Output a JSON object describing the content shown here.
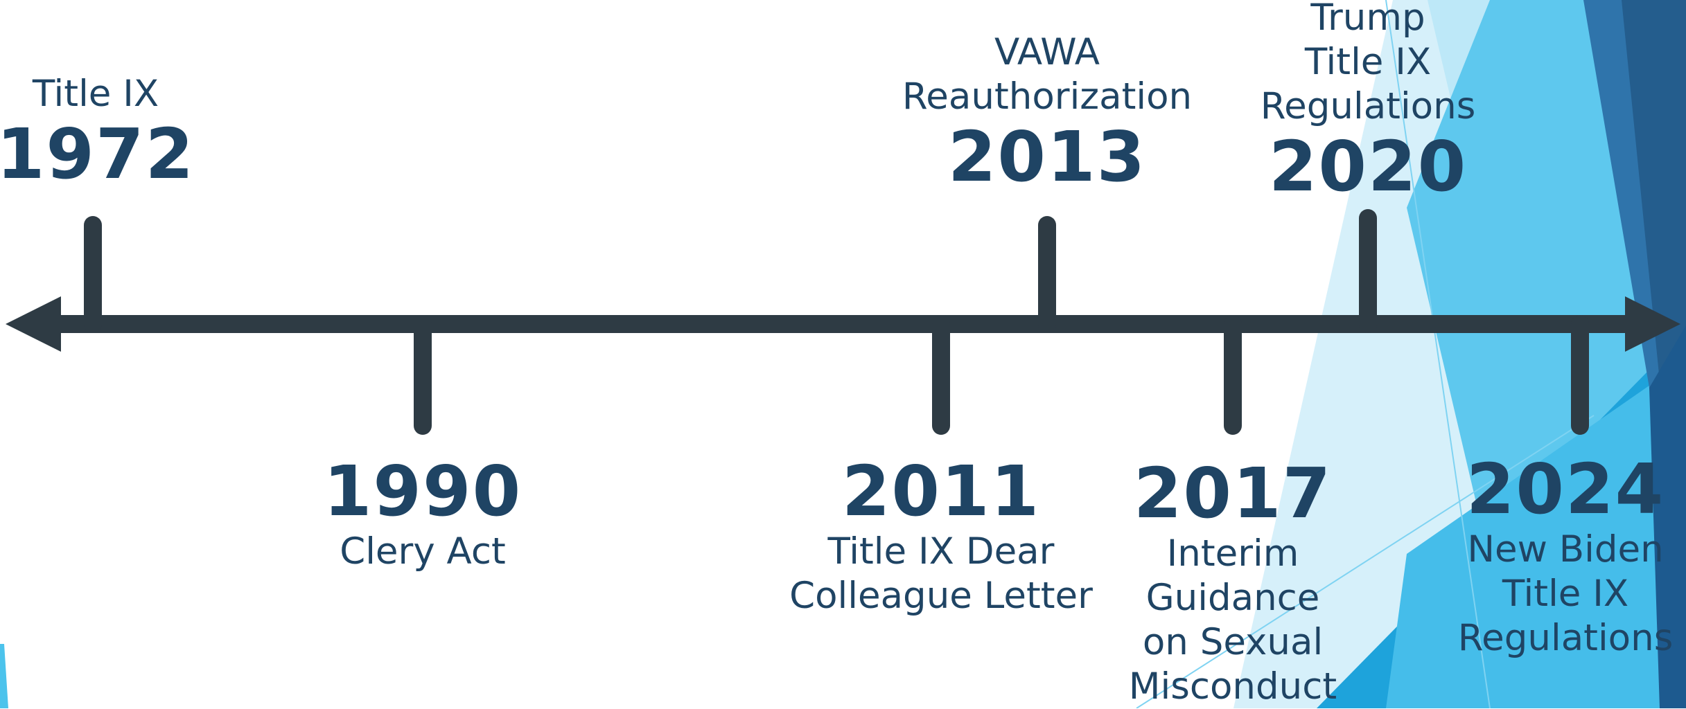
{
  "colors": {
    "text": "#1f4464",
    "timeline": "#2e3b44",
    "accent_blues": [
      "#0f9ad6",
      "#4cc3ec",
      "#8fd8f3",
      "#bfe8f8",
      "#2f6fa3",
      "#1e4f7c"
    ]
  },
  "timeline": {
    "events": [
      {
        "year": "1972",
        "label": "Title IX"
      },
      {
        "year": "1990",
        "label": "Clery Act"
      },
      {
        "year": "2011",
        "label": "Title IX Dear\nColleague Letter"
      },
      {
        "year": "2013",
        "label": "VAWA\nReauthorization"
      },
      {
        "year": "2017",
        "label": "Interim\nGuidance\non Sexual\nMisconduct"
      },
      {
        "year": "2020",
        "label": "Trump\nTitle IX\nRegulations"
      },
      {
        "year": "2024",
        "label": "New Biden\nTitle IX\nRegulations"
      }
    ]
  }
}
